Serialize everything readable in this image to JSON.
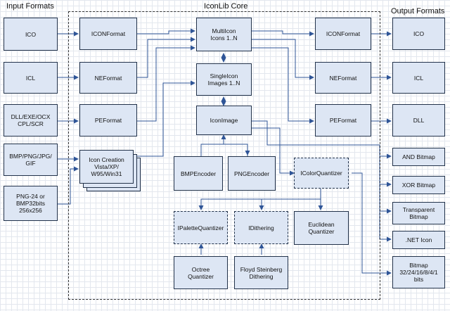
{
  "diagram": {
    "core_title": "IconLib Core",
    "input_title": "Input Formats",
    "output_title": "Output Formats",
    "inputs": [
      "ICO",
      "ICL",
      "DLL/EXE/OCX\nCPL/SCR",
      "BMP/PNG/JPG/\nGIF",
      "PNG-24 or\nBMP32bits\n256x256"
    ],
    "formats_left": [
      "ICONFormat",
      "NEFormat",
      "PEFormat"
    ],
    "icon_creation": "Icon Creation\nVista/XP/\nW95/Win31",
    "center": [
      "MultiIcon\nIcons 1..N",
      "SingleIcon\nImages 1..N",
      "IconImage"
    ],
    "formats_right": [
      "ICONFormat",
      "NEFormat",
      "PEFormat"
    ],
    "encoders": [
      "BMPEncoder",
      "PNGEncoder"
    ],
    "color_quantizer": "IColorQuantizer",
    "palette_quantizer": "IPaletteQuantizer",
    "dithering": "IDithering",
    "euclidean": "Euclidean\nQuantizer",
    "octree": "Octree\nQuantizer",
    "floyd": "Floyd Steinberg\nDithering",
    "outputs": [
      "ICO",
      "ICL",
      "DLL",
      "AND Bitmap",
      "XOR Bitmap",
      "Transparent\nBitmap",
      ".NET Icon",
      "Bitmap\n32/24/16/8/4/1\nbits"
    ]
  },
  "colors": {
    "box_fill": "#dde6f4",
    "box_border": "#22324a",
    "connector": "#2f5597"
  }
}
